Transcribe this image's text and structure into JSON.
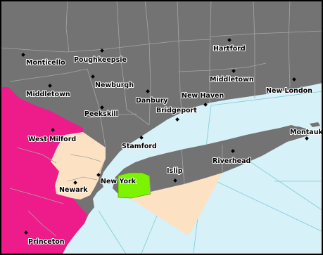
{
  "map": {
    "colors": {
      "water": "#d6f1f8",
      "land": "#737373",
      "boundary": "#9e9e9e",
      "marine_lines": "#7fcbd9",
      "alert_magenta": "#ee1c8a",
      "alert_tan": "#fde1c3",
      "alert_green": "#7cf400",
      "frame": "#000000"
    },
    "cities": [
      {
        "id": "monticello",
        "label": "Monticello"
      },
      {
        "id": "poughkeepsie",
        "label": "Poughkeepsie"
      },
      {
        "id": "hartford",
        "label": "Hartford"
      },
      {
        "id": "middletown-ny",
        "label": "Middletown"
      },
      {
        "id": "newburgh",
        "label": "Newburgh"
      },
      {
        "id": "middletown-ct",
        "label": "Middletown"
      },
      {
        "id": "new-london",
        "label": "New London"
      },
      {
        "id": "danbury",
        "label": "Danbury"
      },
      {
        "id": "new-haven",
        "label": "New Haven"
      },
      {
        "id": "bridgeport",
        "label": "Bridgeport"
      },
      {
        "id": "peekskill",
        "label": "Peekskill"
      },
      {
        "id": "west-milford",
        "label": "West Milford"
      },
      {
        "id": "montauk",
        "label": "Montauk"
      },
      {
        "id": "stamford",
        "label": "Stamford"
      },
      {
        "id": "riverhead",
        "label": "Riverhead"
      },
      {
        "id": "islip",
        "label": "Islip"
      },
      {
        "id": "new-york",
        "label": "New York"
      },
      {
        "id": "newark",
        "label": "Newark"
      },
      {
        "id": "princeton",
        "label": "Princeton"
      }
    ]
  }
}
